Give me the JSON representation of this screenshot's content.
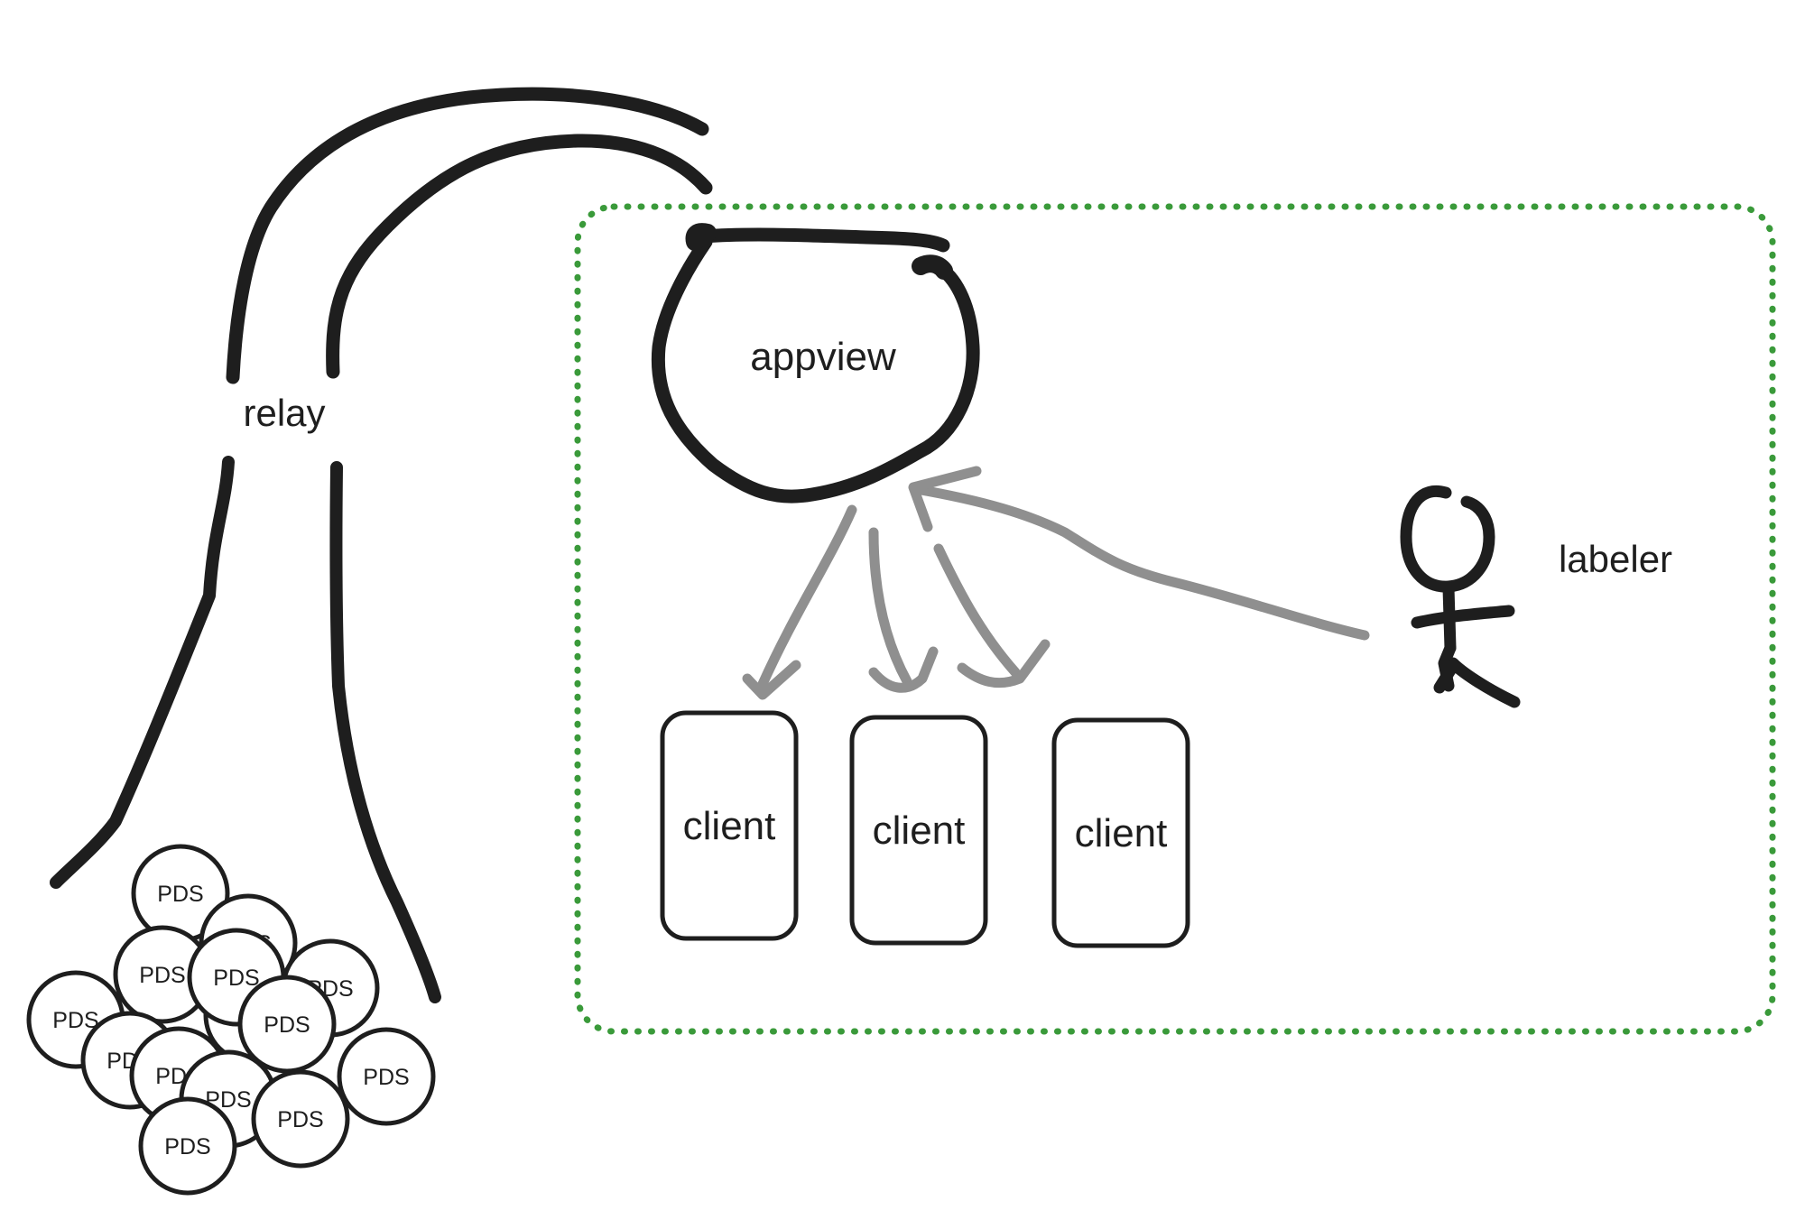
{
  "diagram": {
    "relay_label": "relay",
    "appview_label": "appview",
    "labeler_label": "labeler",
    "clients": [
      {
        "label": "client"
      },
      {
        "label": "client"
      },
      {
        "label": "client"
      }
    ],
    "pds_label": "PDS",
    "pds_count": 14,
    "colors": {
      "ink": "#1e1e1e",
      "arrow_gray": "#8f8f8f",
      "boundary_green": "#3a9a3a",
      "background": "#ffffff"
    }
  }
}
